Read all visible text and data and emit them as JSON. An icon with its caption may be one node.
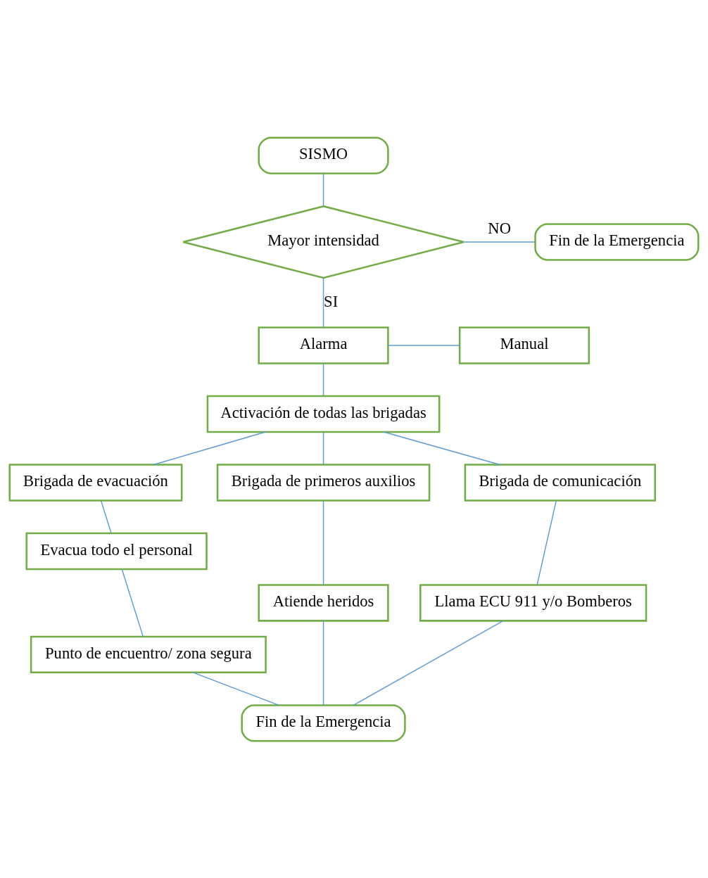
{
  "diagram": {
    "nodes": [
      {
        "text": [
          "SISMO"
        ]
      },
      {
        "text": [
          "Mayor intensidad"
        ]
      },
      {
        "text": [
          "Fin de la Emergencia"
        ]
      },
      {
        "text": [
          "Alarma"
        ]
      },
      {
        "text": [
          "Manual"
        ]
      },
      {
        "text": [
          "Activación de todas las brigadas"
        ]
      },
      {
        "text": [
          "Brigada de evacuación"
        ]
      },
      {
        "text": [
          "Brigada de primeros auxilios"
        ]
      },
      {
        "text": [
          "Brigada de comunicación"
        ]
      },
      {
        "text": [
          "Evacua todo el personal"
        ]
      },
      {
        "text": [
          "Atiende heridos"
        ]
      },
      {
        "text": [
          "Llama ECU 911 y/o Bomberos"
        ]
      },
      {
        "text": [
          "Punto de encuentro/ zona segura"
        ]
      },
      {
        "text": [
          "Fin de la Emergencia"
        ]
      }
    ],
    "edges": [
      {
        "from": 0,
        "to": 1,
        "arrow": "none"
      },
      {
        "from": 1,
        "to": 2,
        "arrow": "none",
        "label": "NO"
      },
      {
        "from": 1,
        "to": 3,
        "arrow": "none",
        "label": "SI"
      },
      {
        "from": 3,
        "to": 4,
        "arrow": "none"
      },
      {
        "from": 3,
        "to": 5,
        "arrow": "none"
      },
      {
        "from": 5,
        "to": 6,
        "arrow": "none"
      },
      {
        "from": 5,
        "to": 7,
        "arrow": "none"
      },
      {
        "from": 5,
        "to": 8,
        "arrow": "none"
      },
      {
        "from": 6,
        "to": 9,
        "arrow": "none"
      },
      {
        "from": 9,
        "to": 12,
        "arrow": "none"
      },
      {
        "from": 7,
        "to": 10,
        "arrow": "none"
      },
      {
        "from": 8,
        "to": 11,
        "arrow": "none"
      },
      {
        "from": 12,
        "to": 13,
        "arrow": "none"
      },
      {
        "from": 10,
        "to": 13,
        "arrow": "none"
      },
      {
        "from": 11,
        "to": 13,
        "arrow": "none"
      }
    ]
  }
}
